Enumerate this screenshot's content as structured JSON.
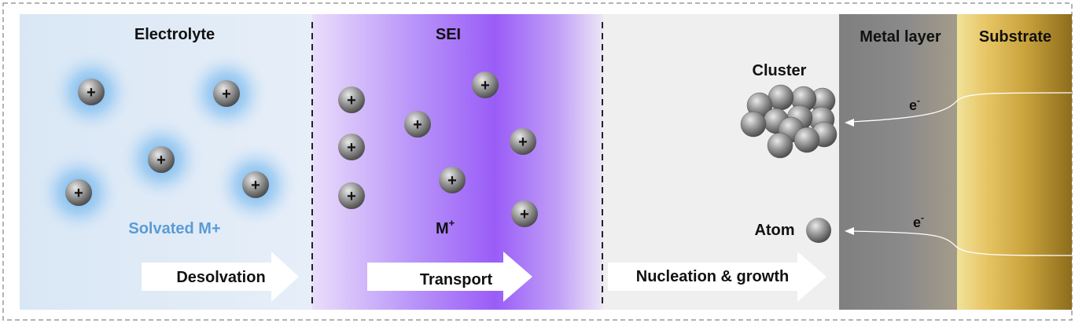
{
  "sections": {
    "electrolyte_title": "Electrolyte",
    "sei_title": "SEI",
    "metal_layer_title": "Metal layer",
    "substrate_title": "Substrate"
  },
  "labels": {
    "solvated": "Solvated M+",
    "ion_base": "M",
    "ion_sup": "+",
    "cluster": "Cluster",
    "atom": "Atom",
    "electron_base": "e",
    "electron_sup": "-",
    "ion_symbol": "+"
  },
  "arrows": {
    "desolvation": "Desolvation",
    "transport": "Transport",
    "nucleation": "Nucleation & growth"
  },
  "colors": {
    "electrolyte_bg": "#dde9f5",
    "sei_purple": "#9a5cf7",
    "solvated_text": "#5b9bd5",
    "metal_layer": "#8a8a8a",
    "substrate_gold": "#e3c060",
    "ion_halo": "#5aa8ec"
  }
}
